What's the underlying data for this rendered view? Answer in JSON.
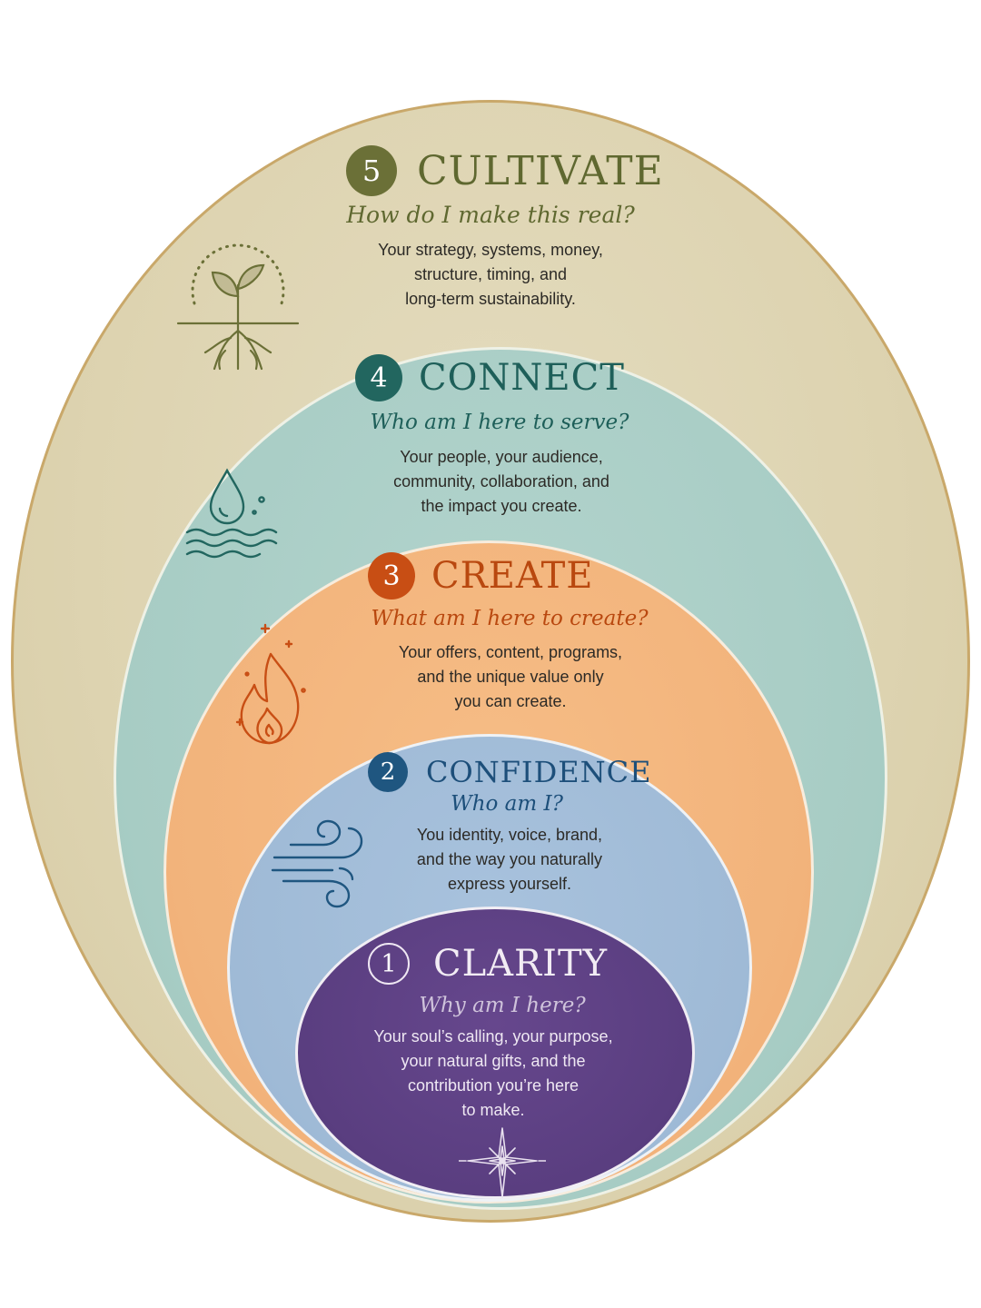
{
  "layers": [
    {
      "number": "5",
      "title": "CULTIVATE",
      "question": "How do I make this real?",
      "description": [
        "Your strategy, systems, money,",
        "structure, timing, and",
        "long-term sustainability."
      ],
      "icon": "sprout-roots-icon",
      "color": "#5f6830"
    },
    {
      "number": "4",
      "title": "CONNECT",
      "question": "Who am I here to serve?",
      "description": [
        "Your people, your audience,",
        "community, collaboration, and",
        "the impact you create."
      ],
      "icon": "water-drop-waves-icon",
      "color": "#1e5f59"
    },
    {
      "number": "3",
      "title": "CREATE",
      "question": "What am I here to create?",
      "description": [
        "Your offers, content, programs,",
        "and the unique value only",
        "you can create."
      ],
      "icon": "flame-icon",
      "color": "#b9480f"
    },
    {
      "number": "2",
      "title": "CONFIDENCE",
      "question": "Who am I?",
      "description": [
        "You identity, voice, brand,",
        "and the way you naturally",
        "express yourself."
      ],
      "icon": "wind-swirl-icon",
      "color": "#1d4f7a"
    },
    {
      "number": "1",
      "title": "CLARITY",
      "question": "Why am I here?",
      "description": [
        "Your soul’s calling, your purpose,",
        "your natural gifts, and the",
        "contribution you’re here",
        "to make."
      ],
      "icon": "north-star-icon",
      "color": "#5a3e80"
    }
  ]
}
